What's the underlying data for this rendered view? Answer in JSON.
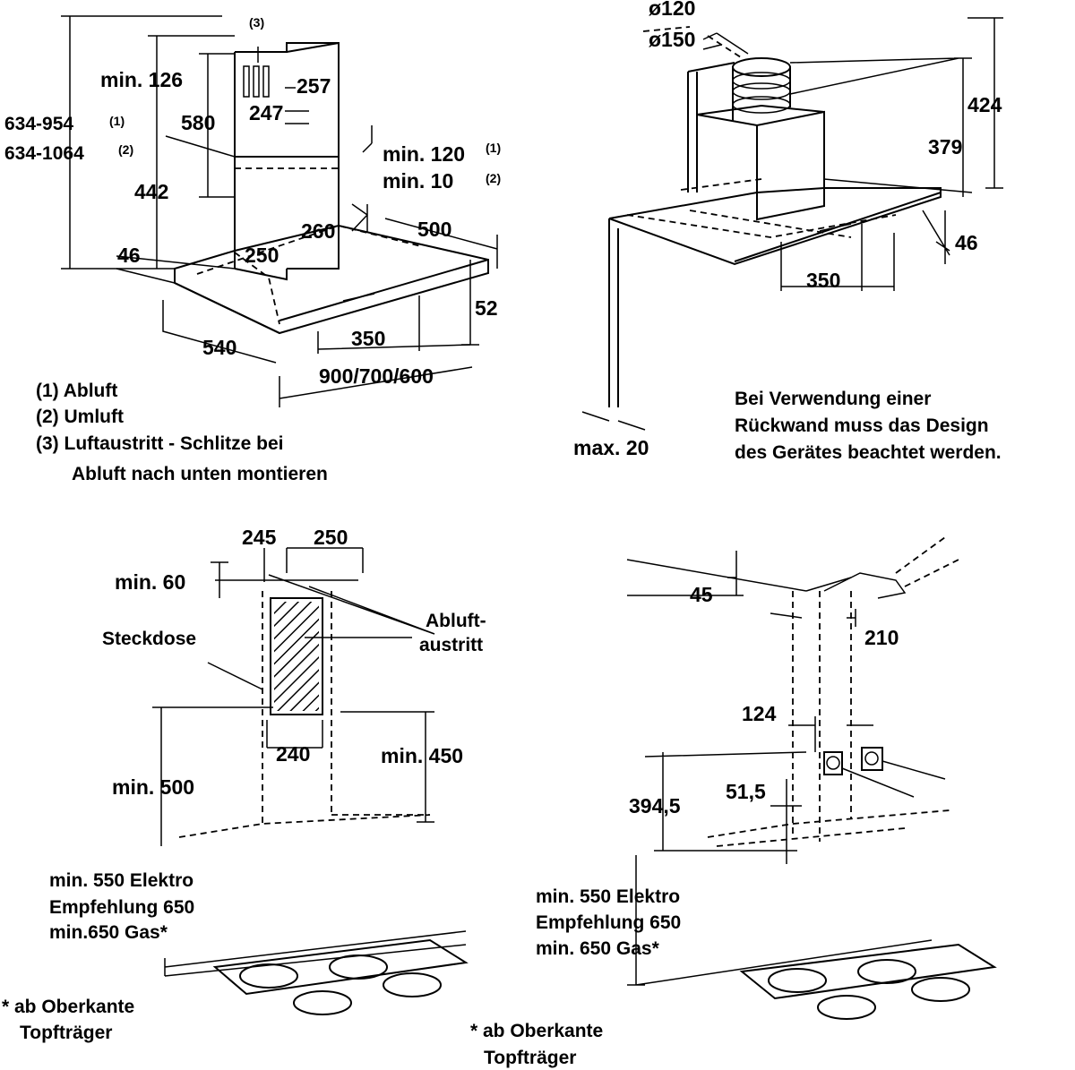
{
  "top_left": {
    "ref3_top": "(3)",
    "min126": "min. 126",
    "h580": "580",
    "h442": "442",
    "h46": "46",
    "w257": "257",
    "w247": "247",
    "range_1": "634-954",
    "range_1_ref": "(1)",
    "range_2": "634-1064",
    "range_2_ref": "(2)",
    "min120": "min. 120",
    "min120_ref": "(1)",
    "min10": "min. 10",
    "min10_ref": "(2)",
    "d260": "260",
    "d250": "250",
    "d500": "500",
    "d52": "52",
    "d350": "350",
    "d540": "540",
    "width_options": "900/700/600",
    "legend": [
      "(1) Abluft",
      "(2) Umluft",
      "(3) Luftaustritt - Schlitze bei",
      "Abluft nach unten montieren"
    ]
  },
  "top_right": {
    "d120": "ø120",
    "d150": "ø150",
    "h424": "424",
    "h379": "379",
    "d46": "46",
    "d350": "350",
    "max20": "max. 20",
    "note": [
      "Bei Verwendung einer",
      "Rückwand muss das Design",
      "des Gerätes beachtet werden."
    ]
  },
  "bottom_left": {
    "d245": "245",
    "d250": "250",
    "min60": "min. 60",
    "abluft_1": "Abluft-",
    "abluft_2": "austritt",
    "steckdose": "Steckdose",
    "d240": "240",
    "min500": "min. 500",
    "min450": "min. 450",
    "height_note": [
      "min. 550 Elektro",
      "Empfehlung 650",
      "min.650 Gas*"
    ],
    "footnote": [
      "* ab Oberkante",
      "Topfträger"
    ]
  },
  "bottom_right": {
    "d45": "45",
    "d210": "210",
    "d124": "124",
    "d394": "394,5",
    "d51": "51,5",
    "height_note": [
      "min. 550 Elektro",
      "Empfehlung 650",
      "min. 650 Gas*"
    ],
    "footnote": [
      "* ab Oberkante",
      "Topfträger"
    ]
  }
}
